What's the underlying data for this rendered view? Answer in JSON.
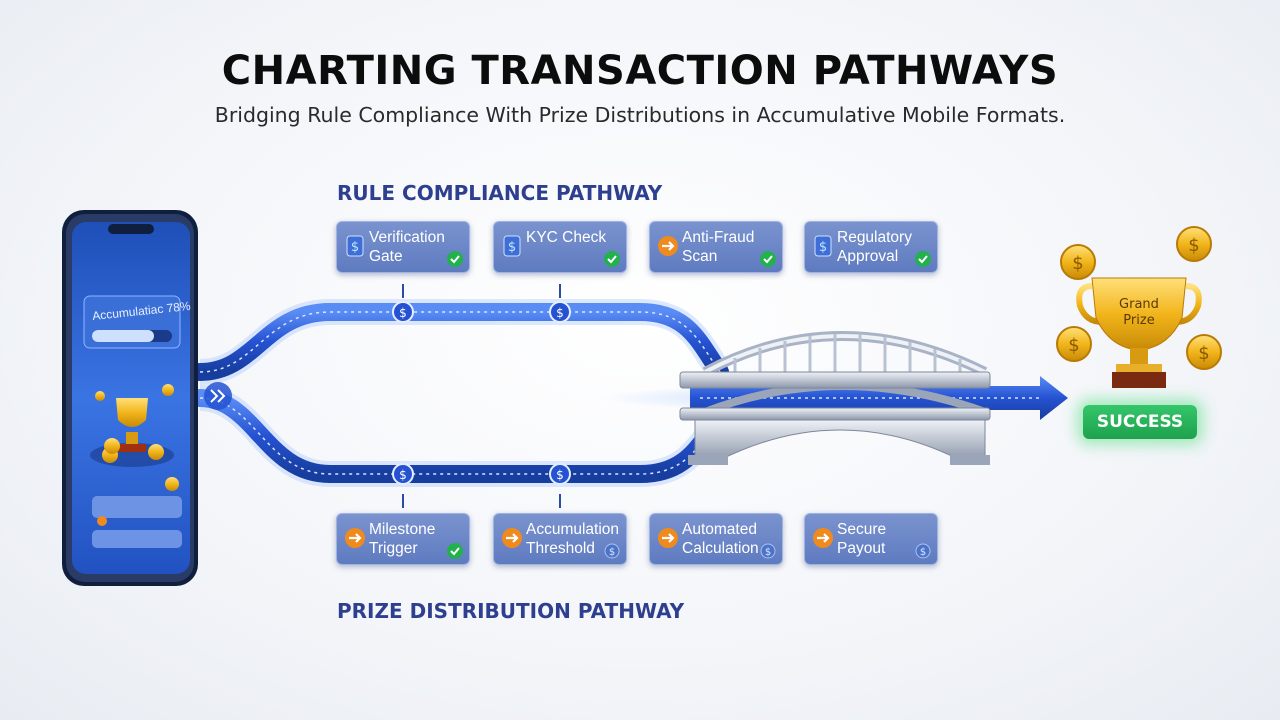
{
  "header": {
    "title": "CHARTING TRANSACTION PATHWAYS",
    "subtitle": "Bridging Rule Compliance With Prize Distributions in Accumulative Mobile Formats."
  },
  "phone": {
    "progress_label": "Accumulatiac 78%",
    "progress_fraction": 0.78
  },
  "rule_pathway": {
    "label": "RULE COMPLIANCE PATHWAY",
    "steps": [
      {
        "line1": "Verification",
        "line2": "Gate",
        "icon": "dollar-doc-icon",
        "status": "check"
      },
      {
        "line1": "KYC Check",
        "line2": "",
        "icon": "dollar-doc-icon",
        "status": "check"
      },
      {
        "line1": "Anti-Fraud",
        "line2": "Scan",
        "icon": "arrow-circle-icon",
        "status": "check"
      },
      {
        "line1": "Regulatory",
        "line2": "Approval",
        "icon": "dollar-doc-icon",
        "status": "check"
      }
    ]
  },
  "prize_pathway": {
    "label": "PRIZE DISTRIBUTION PATHWAY",
    "steps": [
      {
        "line1": "Milestone",
        "line2": "Trigger",
        "icon": "arrow-circle-icon",
        "status": "check"
      },
      {
        "line1": "Accumulation",
        "line2": "Threshold",
        "icon": "arrow-circle-icon",
        "status": "dollar"
      },
      {
        "line1": "Automated",
        "line2": "Calculation",
        "icon": "arrow-circle-icon",
        "status": "dollar"
      },
      {
        "line1": "Secure",
        "line2": "Payout",
        "icon": "arrow-circle-icon",
        "status": "dollar"
      }
    ]
  },
  "prize": {
    "trophy_text": "Grand Prize",
    "trophy_line1": "Grand",
    "trophy_line2": "Prize",
    "status": "SUCCESS"
  },
  "colors": {
    "path_blue": "#2f5fd8",
    "card_blue": "#6a86c8",
    "check_green": "#22b14c",
    "arrow_orange": "#f08a1c",
    "gold": "#f2b51b",
    "success_green": "#22b14c"
  }
}
